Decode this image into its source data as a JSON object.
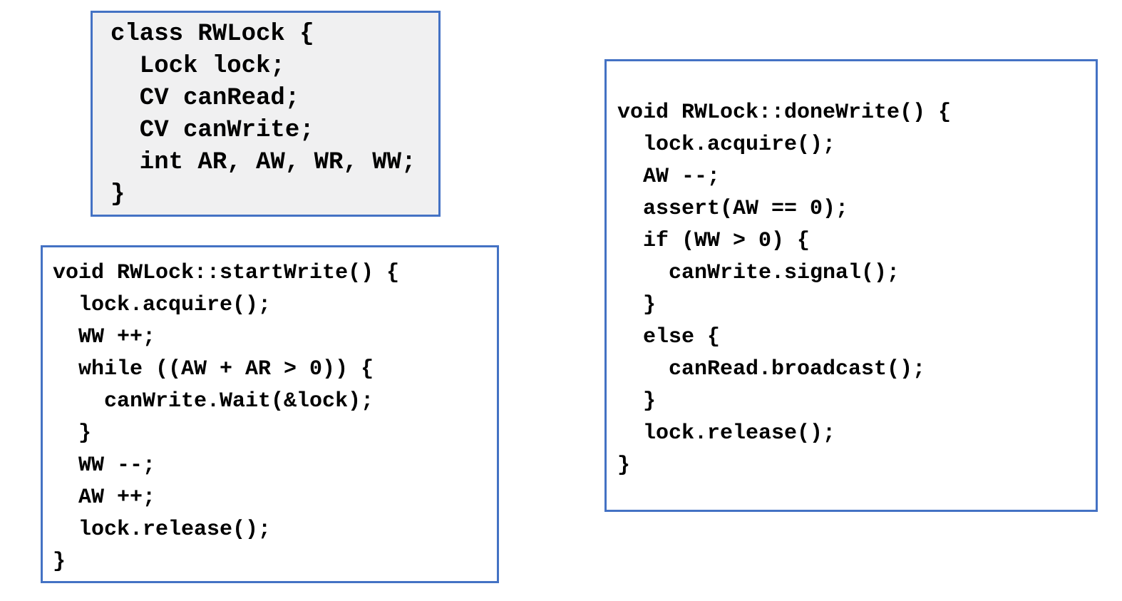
{
  "panels": {
    "class_definition": {
      "code": "class RWLock {\n  Lock lock;\n  CV canRead;\n  CV canWrite;\n  int AR, AW, WR, WW;\n}"
    },
    "start_write": {
      "code": "void RWLock::startWrite() {\n  lock.acquire();\n  WW ++;\n  while ((AW + AR > 0)) {\n    canWrite.Wait(&lock);\n  }\n  WW --;\n  AW ++;\n  lock.release();\n}"
    },
    "done_write": {
      "code": "void RWLock::doneWrite() {\n  lock.acquire();\n  AW --;\n  assert(AW == 0);\n  if (WW > 0) {\n    canWrite.signal();\n  }\n  else {\n    canRead.broadcast();\n  }\n  lock.release();\n}"
    }
  },
  "colors": {
    "border_blue": "#4472C4",
    "class_box_fill": "#F0F0F1",
    "method_box_fill": "#FFFFFF",
    "text": "#000000",
    "page_background": "#FFFFFF"
  }
}
